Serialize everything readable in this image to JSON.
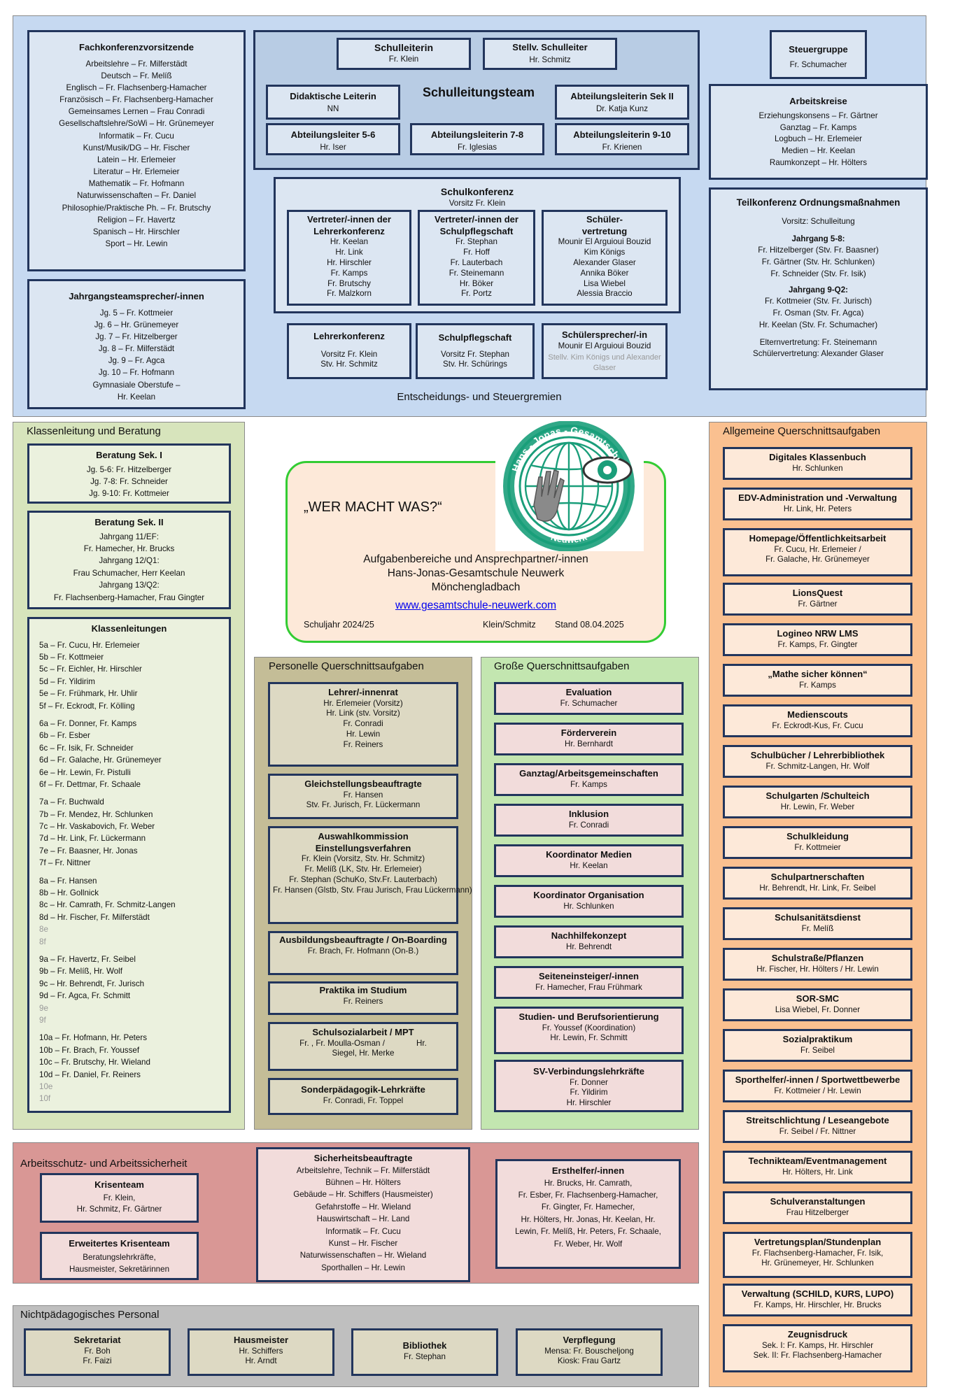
{
  "top": {
    "footer": "Entscheidungs- und Steuergremien",
    "fachkonferenz": {
      "title": "Fachkonferenzvorsitzende",
      "items": [
        "Arbeitslehre – Fr. Milferstädt",
        "Deutsch – Fr. Melíß",
        "Englisch – Fr. Flachsenberg-Hamacher",
        "Französisch – Fr. Flachsenberg-Hamacher",
        "Gemeinsames Lernen – Frau Conradi",
        "Gesellschaftslehre/SoWi – Hr. Grünemeyer",
        "Informatik – Fr. Cucu",
        "Kunst/Musik/DG – Hr. Fischer",
        "Latein – Hr. Erlemeier",
        "Literatur – Hr. Erlemeier",
        "Mathematik – Fr. Hofmann",
        "Naturwissenschaften – Fr. Daniel",
        "Philosophie/Praktische Ph. – Fr. Brutschy",
        "Religion – Fr. Havertz",
        "Spanisch – Hr. Hirschler",
        "Sport – Hr. Lewin"
      ]
    },
    "jahrgang": {
      "title": "Jahrgangsteamsprecher/-innen",
      "items": [
        "Jg. 5 – Fr. Kottmeier",
        "Jg. 6 – Hr. Grünemeyer",
        "Jg. 7 – Fr. Hitzelberger",
        "Jg. 8 – Fr. Milferstädt",
        "Jg. 9 – Fr. Agca",
        "Jg. 10 – Fr. Hofmann",
        "Gymnasiale Oberstufe –",
        "Hr. Keelan"
      ]
    },
    "schulleitung": {
      "team_title": "Schulleitungsteam",
      "schulleiterin": {
        "title": "Schulleiterin",
        "name": "Fr. Klein"
      },
      "stellv": {
        "title": "Stellv. Schulleiter",
        "name": "Hr. Schmitz"
      },
      "didaktisch": {
        "title": "Didaktische Leiterin",
        "name": "NN"
      },
      "sek2": {
        "title": "Abteilungsleiterin Sek II",
        "name": "Dr. Katja Kunz"
      },
      "al56": {
        "title": "Abteilungsleiter 5-6",
        "name": "Hr. Iser"
      },
      "al78": {
        "title": "Abteilungsleiterin 7-8",
        "name": "Fr. Iglesias"
      },
      "al910": {
        "title": "Abteilungsleiterin 9-10",
        "name": "Fr. Krienen"
      }
    },
    "schulkonferenz": {
      "title": "Schulkonferenz",
      "sub": "Vorsitz Fr. Klein",
      "lehrer": {
        "title": "Vertreter/-innen der Lehrerkonferenz",
        "items": [
          "Hr. Keelan",
          "Hr. Link",
          "Hr. Hirschler",
          "Fr. Kamps",
          "Fr. Brutschy",
          "Fr. Malzkorn"
        ]
      },
      "pflegschaft": {
        "title": "Vertreter/-innen der Schulpflegschaft",
        "items": [
          "Fr. Stephan",
          "Fr. Hoff",
          "Fr. Lauterbach",
          "Fr. Steinemann",
          "Hr. Böker",
          "Fr. Portz"
        ]
      },
      "schueler": {
        "title": "Schüler-vertretung",
        "items": [
          "Mounir El Arguioui Bouzid",
          "Kim Königs",
          "Alexander Glaser",
          "Annika Böker",
          "Lisa Wiebel",
          "Alessia Braccio"
        ]
      }
    },
    "lehrerkonferenz": {
      "title": "Lehrerkonferenz",
      "items": [
        "Vorsitz Fr. Klein",
        "Stv. Hr. Schmitz"
      ]
    },
    "schulpflegschaft": {
      "title": "Schulpflegschaft",
      "items": [
        "Vorsitz Fr. Stephan",
        "Stv. Hr. Schürings"
      ]
    },
    "schuelersprecher": {
      "title": "Schülersprecher/-in",
      "name": "Mounir El Arguioui Bouzid",
      "stellv": "Stellv. Kim Königs und Alexander Glaser"
    },
    "steuergruppe": {
      "title": "Steuergruppe",
      "name": "Fr. Schumacher"
    },
    "arbeitskreise": {
      "title": "Arbeitskreise",
      "items": [
        "Erziehungskonsens – Fr. Gärtner",
        "Ganztag – Fr. Kamps",
        "Logbuch – Hr. Erlemeier",
        "Medien – Hr. Keelan",
        "Raumkonzept – Hr. Hölters"
      ]
    },
    "teilkonferenz": {
      "title": "Teilkonferenz Ordnungsmaßnahmen",
      "vorsitz": "Vorsitz: Schulleitung",
      "jg58_title": "Jahrgang 5-8:",
      "jg58": [
        "Fr. Hitzelberger (Stv. Fr. Baasner)",
        "Fr. Gärtner (Stv. Hr. Schlunken)",
        "Fr. Schneider (Stv. Fr. Isik)"
      ],
      "jg9q2_title": "Jahrgang 9-Q2:",
      "jg9q2": [
        "Fr. Kottmeier (Stv. Fr. Jurisch)",
        "Fr. Osman (Stv. Fr. Agca)",
        "Hr. Keelan (Stv. Fr. Schumacher)"
      ],
      "eltern": "Elternvertretung: Fr. Steinemann",
      "schueler": "Schülervertretung: Alexander Glaser"
    }
  },
  "klassen": {
    "header": "Klassenleitung und Beratung",
    "sek1": {
      "title": "Beratung Sek. I",
      "items": [
        "Jg. 5-6: Fr. Hitzelberger",
        "Jg. 7-8: Fr. Schneider",
        "Jg. 9-10: Fr. Kottmeier"
      ]
    },
    "sek2": {
      "title": "Beratung Sek. II",
      "items": [
        "Jahrgang 11/EF:",
        "Fr. Hamecher, Hr. Brucks",
        "Jahrgang 12/Q1:",
        "Frau Schumacher, Herr Keelan",
        "Jahrgang 13/Q2:",
        "Fr. Flachsenberg-Hamacher, Frau Gingter"
      ]
    },
    "leitungen": {
      "title": "Klassenleitungen",
      "groups": [
        [
          "5a – Fr. Cucu, Hr. Erlemeier",
          "5b – Fr. Kottmeier",
          "5c – Fr. Eichler, Hr. Hirschler",
          "5d – Fr. Yildirim",
          "5e – Fr. Frühmark, Hr. Uhlir",
          "5f – Fr. Eckrodt, Fr. Kölling"
        ],
        [
          "6a – Fr. Donner, Fr. Kamps",
          "6b – Fr. Esber",
          "6c – Fr. Isik, Fr. Schneider",
          "6d – Fr. Galache, Hr. Grünemeyer",
          "6e – Hr. Lewin, Fr. Pistulli",
          "6f – Fr. Dettmar, Fr. Schaale"
        ],
        [
          "7a – Fr. Buchwald",
          "7b – Fr. Mendez, Hr. Schlunken",
          "7c – Hr. Vaskabovich, Fr. Weber",
          "7d – Hr. Link, Fr. Lückermann",
          "7e – Fr. Baasner, Hr. Jonas",
          "7f – Fr. Nittner"
        ],
        [
          "8a – Fr. Hansen",
          "8b – Hr. Gollnick",
          "8c – Hr. Camrath, Fr. Schmitz-Langen",
          "8d – Hr. Fischer, Fr. Milferstädt"
        ],
        [
          "9a – Fr. Havertz, Fr. Seibel",
          "9b – Fr. Melíß, Hr. Wolf",
          "9c – Hr. Behrendt, Fr. Jurisch",
          "9d – Fr. Agca, Fr. Schmitt"
        ],
        [
          "10a – Fr. Hofmann, Hr. Peters",
          "10b – Fr. Brach, Fr. Youssef",
          "10c – Fr. Brutschy, Hr. Wieland",
          "10d – Fr. Daniel, Fr. Reiners"
        ]
      ],
      "empty": [
        [
          "8e",
          "8f"
        ],
        [
          "9e",
          "9f"
        ],
        [
          "10e",
          "10f"
        ]
      ]
    }
  },
  "center": {
    "title": "„WER MACHT WAS?“",
    "line1": "Aufgabenbereiche und Ansprechpartner/-innen",
    "line2": "Hans-Jonas-Gesamtschule Neuwerk",
    "line3": "Mönchengladbach",
    "url": "www.gesamtschule-neuwerk.com",
    "schuljahr": "Schuljahr 2024/25",
    "autoren": "Klein/Schmitz",
    "stand": "Stand 08.04.2025",
    "logo_top": "Hans - Jonas - Gesamtschule",
    "logo_bottom": "Neuwerk",
    "logo_color": "#1a9e7a"
  },
  "personell": {
    "header": "Personelle Querschnittsaufgaben",
    "items": [
      {
        "title": "Lehrer/-innenrat",
        "lines": [
          "Hr. Erlemeier (Vorsitz)",
          "Hr. Link (stv. Vorsitz)",
          "Fr. Conradi",
          "Hr. Lewin",
          "Fr. Reiners"
        ]
      },
      {
        "title": "Gleichstellungsbeauftragte",
        "lines": [
          "Fr. Hansen",
          "Stv. Fr. Jurisch, Fr. Lückermann"
        ]
      },
      {
        "title": "Auswahlkommission Einstellungsverfahren",
        "lines": [
          "Fr. Klein (Vorsitz, Stv. Hr. Schmitz)",
          "Fr. Melíß (LK, Stv. Hr. Erlemeier)",
          "Fr. Stephan (SchuKo, Stv.Fr. Lauterbach)",
          "Fr. Hansen (Glstb, Stv. Frau Jurisch, Frau Lückermann)"
        ]
      },
      {
        "title": "Ausbildungsbeauftragte / On-Boarding",
        "lines": [
          "Fr. Brach, Fr. Hofmann (On-B.)"
        ]
      },
      {
        "title": "Praktika im Studium",
        "lines": [
          "Fr. Reiners"
        ]
      },
      {
        "title": "Schulsozialarbeit / MPT",
        "lines": [
          "Fr. , Fr. Moulla-Osman /              Hr.",
          "Siegel, Hr. Merke"
        ]
      },
      {
        "title": "Sonderpädagogik-Lehrkräfte",
        "lines": [
          "Fr. Conradi, Fr. Toppel"
        ]
      }
    ]
  },
  "gross": {
    "header": "Große Querschnittsaufgaben",
    "items": [
      {
        "title": "Evaluation",
        "lines": [
          "Fr. Schumacher"
        ]
      },
      {
        "title": "Förderverein",
        "lines": [
          "Hr. Bernhardt"
        ]
      },
      {
        "title": "Ganztag/Arbeitsgemeinschaften",
        "lines": [
          "Fr. Kamps"
        ]
      },
      {
        "title": "Inklusion",
        "lines": [
          "Fr. Conradi"
        ]
      },
      {
        "title": "Koordinator Medien",
        "lines": [
          "Hr. Keelan"
        ]
      },
      {
        "title": "Koordinator Organisation",
        "lines": [
          "Hr. Schlunken"
        ]
      },
      {
        "title": "Nachhilfekonzept",
        "lines": [
          "Hr. Behrendt"
        ]
      },
      {
        "title": "Seiteneinsteiger/-innen",
        "lines": [
          "Fr. Hamecher, Frau Frühmark"
        ]
      },
      {
        "title": "Studien- und Berufsorientierung",
        "lines": [
          "Fr. Youssef (Koordination)",
          "Hr. Lewin, Fr. Schmitt"
        ]
      },
      {
        "title": "SV-Verbindungslehrkräfte",
        "lines": [
          "Fr. Donner",
          "Fr. Yildirim",
          "Hr. Hirschler"
        ]
      }
    ]
  },
  "allgemein": {
    "header": "Allgemeine Querschnittsaufgaben",
    "items": [
      {
        "title": "Digitales Klassenbuch",
        "lines": [
          "Hr. Schlunken"
        ]
      },
      {
        "title": "EDV-Administration und -Verwaltung",
        "lines": [
          "Hr. Link, Hr. Peters"
        ]
      },
      {
        "title": "Homepage/Öffentlichkeitsarbeit",
        "lines": [
          "Fr. Cucu, Hr. Erlemeier /",
          "Fr. Galache, Hr. Grünemeyer"
        ]
      },
      {
        "title": "LionsQuest",
        "lines": [
          "Fr. Gärtner"
        ]
      },
      {
        "title": "Logineo NRW LMS",
        "lines": [
          "Fr. Kamps, Fr. Gingter"
        ]
      },
      {
        "title": "„Mathe sicher können“",
        "lines": [
          "Fr. Kamps"
        ]
      },
      {
        "title": "Medienscouts",
        "lines": [
          "Fr. Eckrodt-Kus, Fr. Cucu"
        ]
      },
      {
        "title": "Schulbücher / Lehrerbibliothek",
        "lines": [
          "Fr. Schmitz-Langen, Hr. Wolf"
        ]
      },
      {
        "title": "Schulgarten /Schulteich",
        "lines": [
          "Hr. Lewin, Fr. Weber"
        ]
      },
      {
        "title": "Schulkleidung",
        "lines": [
          "Fr. Kottmeier"
        ]
      },
      {
        "title": "Schulpartnerschaften",
        "lines": [
          "Hr. Behrendt, Hr. Link, Fr. Seibel"
        ]
      },
      {
        "title": "Schulsanitätsdienst",
        "lines": [
          "Fr. Melíß"
        ]
      },
      {
        "title": "Schulstraße/Pflanzen",
        "lines": [
          "Hr. Fischer, Hr. Hölters / Hr. Lewin"
        ]
      },
      {
        "title": "SOR-SMC",
        "lines": [
          "Lisa Wiebel, Fr. Donner"
        ]
      },
      {
        "title": "Sozialpraktikum",
        "lines": [
          "Fr. Seibel"
        ]
      },
      {
        "title": "Sporthelfer/-innen / Sportwettbewerbe",
        "lines": [
          "Fr. Kottmeier / Hr. Lewin"
        ]
      },
      {
        "title": "Streitschlichtung / Leseangebote",
        "lines": [
          "Fr. Seibel / Fr. Nittner"
        ]
      },
      {
        "title": "Technikteam/Eventmanagement",
        "lines": [
          "Hr. Hölters, Hr. Link"
        ]
      },
      {
        "title": "Schulveranstaltungen",
        "lines": [
          "Frau Hitzelberger"
        ]
      },
      {
        "title": "Vertretungsplan/Stundenplan",
        "lines": [
          "Fr. Flachsenberg-Hamacher, Fr. Isik,",
          "Hr. Grünemeyer, Hr. Schlunken"
        ]
      },
      {
        "title": "Verwaltung (SCHILD, KURS, LUPO)",
        "lines": [
          "Fr. Kamps, Hr. Hirschler, Hr. Brucks"
        ]
      },
      {
        "title": "Zeugnisdruck",
        "lines": [
          "Sek. I: Fr. Kamps, Hr. Hirschler",
          "Sek. II: Fr. Flachsenberg-Hamacher"
        ]
      }
    ]
  },
  "arbeitsschutz": {
    "header": "Arbeitsschutz- und Arbeitssicherheit",
    "krisenteam": {
      "title": "Krisenteam",
      "lines": [
        "Fr. Klein,",
        "Hr. Schmitz, Fr. Gärtner"
      ]
    },
    "erweitert": {
      "title": "Erweitertes Krisenteam",
      "lines": [
        "Beratungslehrkräfte,",
        "Hausmeister, Sekretärinnen"
      ]
    },
    "sicherheit": {
      "title": "Sicherheitsbeauftragte",
      "lines": [
        "Arbeitslehre, Technik – Fr. Milferstädt",
        "Bühnen – Hr. Hölters",
        "Gebäude – Hr. Schiffers (Hausmeister)",
        "Gefahrstoffe – Hr. Wieland",
        "Hauswirtschaft – Hr. Land",
        "Informatik – Fr. Cucu",
        "Kunst – Hr. Fischer",
        "Naturwissenschaften – Hr. Wieland",
        "Sporthallen – Hr. Lewin"
      ]
    },
    "ersthelfer": {
      "title": "Ersthelfer/-innen",
      "lines": [
        "Hr. Brucks, Hr. Camrath,",
        "Fr. Esber, Fr. Flachsenberg-Hamacher,",
        "Fr. Gingter, Fr. Hamecher,",
        "Hr. Hölters, Hr. Jonas, Hr. Keelan, Hr.",
        "Lewin, Fr. Melíß, Hr. Peters, Fr. Schaale,",
        "Fr. Weber, Hr. Wolf"
      ]
    }
  },
  "nichtpaed": {
    "header": "Nichtpädagogisches Personal",
    "items": [
      {
        "title": "Sekretariat",
        "lines": [
          "Fr. Boh",
          "Fr. Faizi"
        ]
      },
      {
        "title": "Hausmeister",
        "lines": [
          "Hr. Schiffers",
          "Hr. Arndt"
        ]
      },
      {
        "title": "Bibliothek",
        "lines": [
          "Fr. Stephan"
        ]
      },
      {
        "title": "Verpflegung",
        "lines": [
          "Mensa: Fr. Bouscheljong",
          "Kiosk: Frau Gartz"
        ]
      }
    ]
  },
  "colors": {
    "navy": "#22355c",
    "blue_region": "#c6d9f1",
    "green_region": "#d7e4bc",
    "tan_region": "#c4bd97",
    "lightgreen_region": "#c3e6b0",
    "orange_region": "#fac090",
    "red_region": "#d99795",
    "gray_region": "#bfbfbf"
  }
}
